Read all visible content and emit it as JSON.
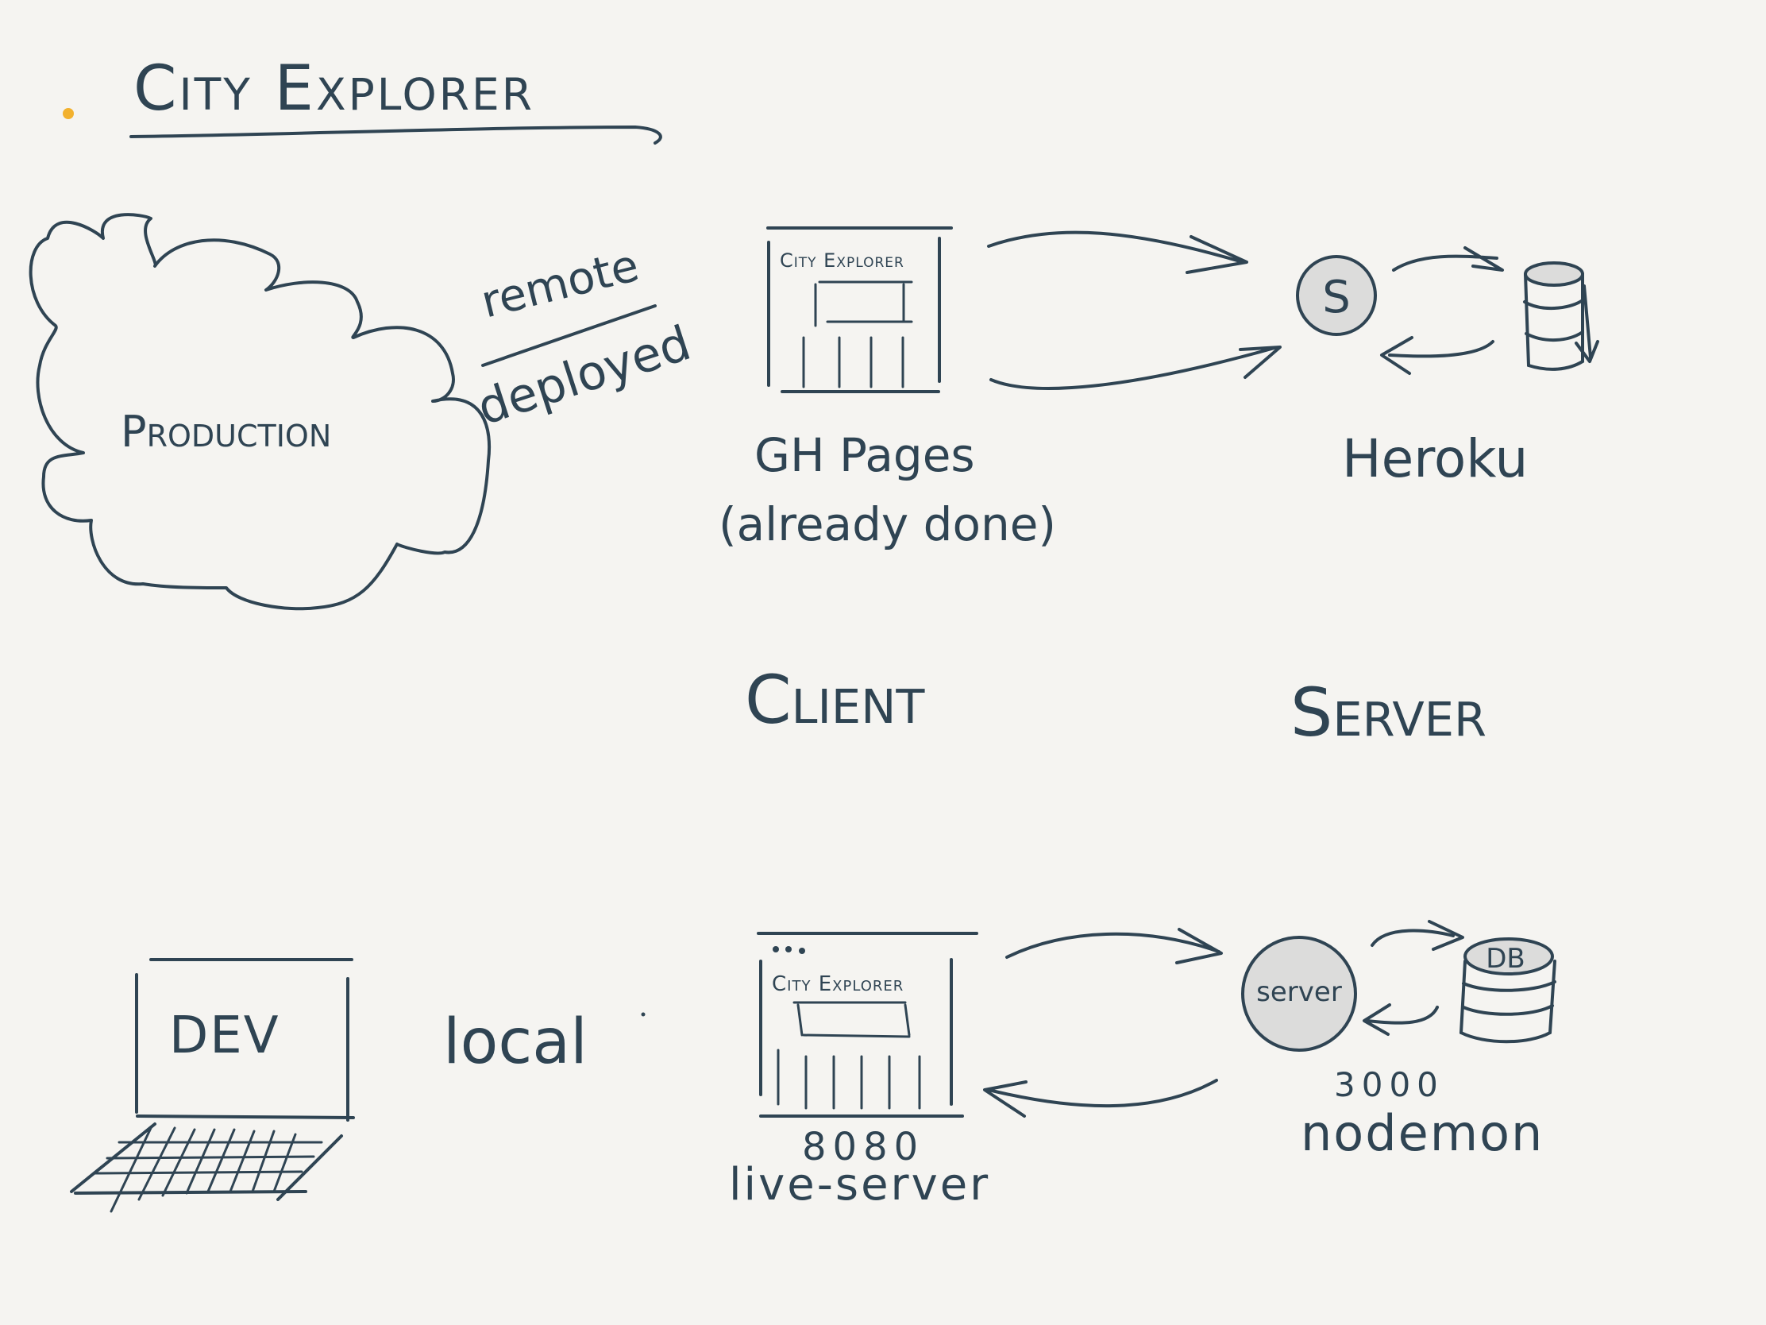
{
  "title": "City Explorer",
  "colors": {
    "ink": "#2f4453",
    "paper": "#f5f4f1",
    "dot": "#f2b12e",
    "server_fill": "#dcdcdb"
  },
  "production": {
    "cloud_label": "Production",
    "remote_label": "remote",
    "deployed_label": "deployed"
  },
  "gh_pages": {
    "window_title": "City Explorer",
    "label_line1": "GH Pages",
    "label_line2": "(already done)"
  },
  "heroku": {
    "server_symbol": "S",
    "label": "Heroku"
  },
  "columns": {
    "client": "Client",
    "server": "Server"
  },
  "dev": {
    "laptop_label": "DEV",
    "local_label": "local"
  },
  "local_client": {
    "window_title": "City Explorer",
    "port": "8080",
    "tool": "live-server"
  },
  "local_server": {
    "server_label": "server",
    "db_label": "DB",
    "port": "3000",
    "tool": "nodemon"
  }
}
